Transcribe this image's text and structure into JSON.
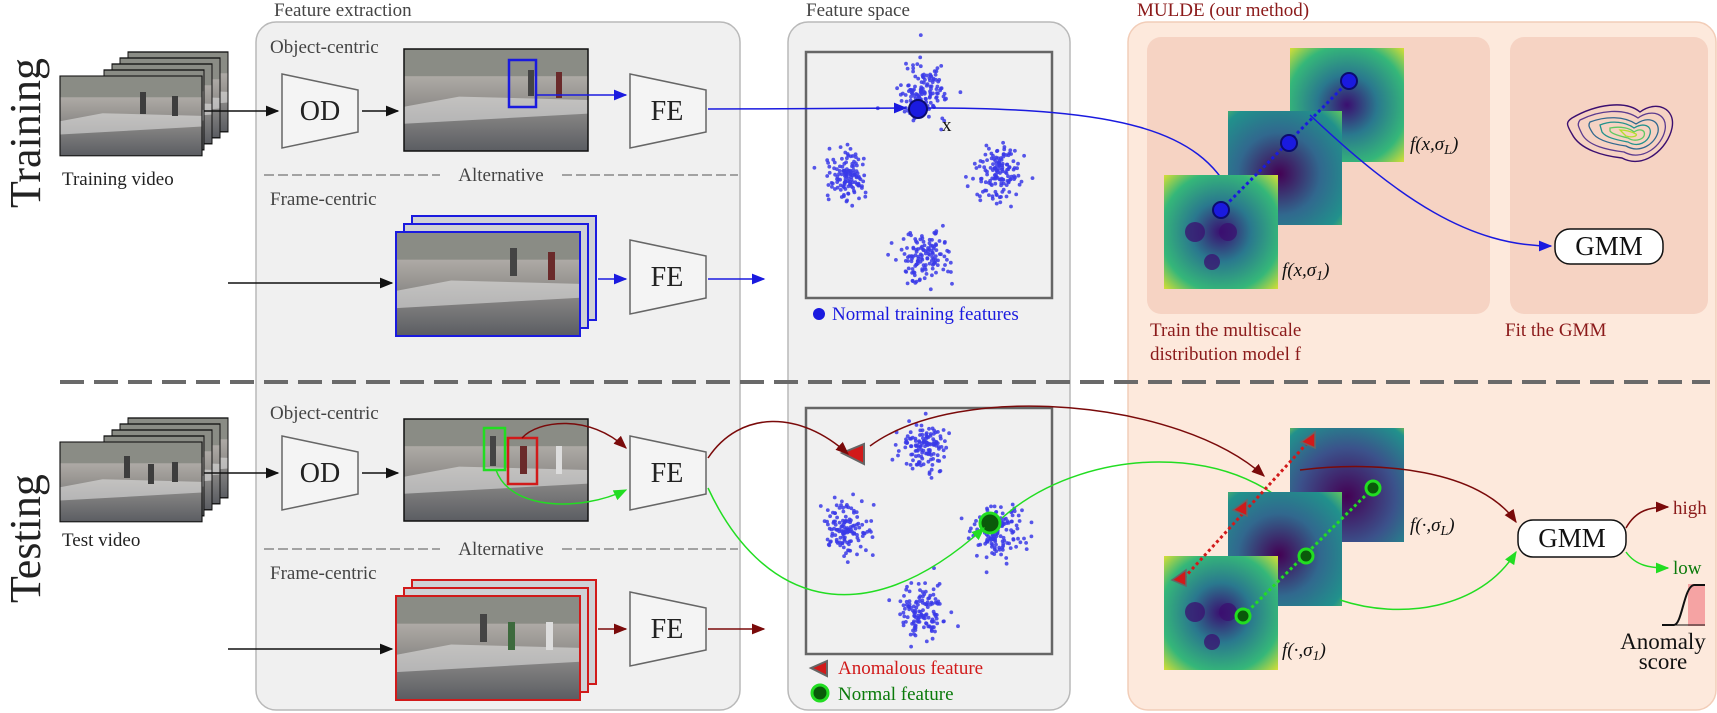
{
  "row_labels": {
    "training": "Training",
    "testing": "Testing"
  },
  "sections": {
    "feature_extraction": "Feature extraction",
    "feature_space": "Feature space",
    "mulde": "MULDE (our method)"
  },
  "training": {
    "video_label": "Training video",
    "object_centric": "Object-centric",
    "frame_centric": "Frame-centric",
    "alternative": "Alternative",
    "od": "OD",
    "fe_object": "FE",
    "fe_frame": "FE",
    "point_label": "x",
    "legend_normal_training": "Normal training features",
    "heatmap_label_L": "f(x,σL)",
    "heatmap_label_1": "f(x,σ1)",
    "gmm": "GMM",
    "caption_train": "Train the multiscale distribution model f",
    "caption_fit": "Fit the GMM"
  },
  "testing": {
    "video_label": "Test video",
    "object_centric": "Object-centric",
    "frame_centric": "Frame-centric",
    "alternative": "Alternative",
    "od": "OD",
    "fe_object": "FE",
    "fe_frame": "FE",
    "legend_anomalous": "Anomalous feature",
    "legend_normal": "Normal feature",
    "heatmap_label_L": "f(·,σL)",
    "heatmap_label_1": "f(·,σ1)",
    "gmm": "GMM",
    "high": "high",
    "low": "low",
    "anomaly_score": "Anomaly score"
  },
  "colors": {
    "training_arrow": "#1a1adf",
    "anomalous": "#d11a1a",
    "anomaly_arrow": "#7a0a0a",
    "normal_green": "#22dd22",
    "feature_box_bg": "#f0f0f0",
    "mulde_bg": "#fde9dc",
    "mulde_panel": "#f6d3c3",
    "mulde_text": "#8b1a1a",
    "scatter_blue": "#3a3ae8"
  }
}
